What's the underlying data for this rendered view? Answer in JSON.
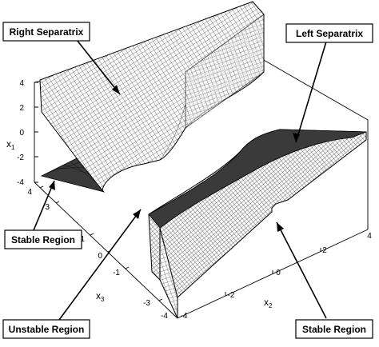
{
  "labels": {
    "right_separatrix": "Right Separatrix",
    "left_separatrix": "Left Separatrix",
    "stable_region_left": "Stable Region",
    "unstable_region": "Unstable Region",
    "stable_region_right": "Stable Region"
  },
  "axes": {
    "x1": {
      "name": "x",
      "sub": "1",
      "ticks": [
        "4",
        "2",
        "0",
        "-2",
        "-4"
      ]
    },
    "x3": {
      "name": "x",
      "sub": "3",
      "ticks": [
        "4",
        "3",
        "1",
        "0",
        "-1",
        "-3",
        "-4"
      ]
    },
    "x2": {
      "name": "x",
      "sub": "2",
      "ticks": [
        "-4",
        "-2",
        "0",
        "2",
        "4"
      ]
    }
  }
}
